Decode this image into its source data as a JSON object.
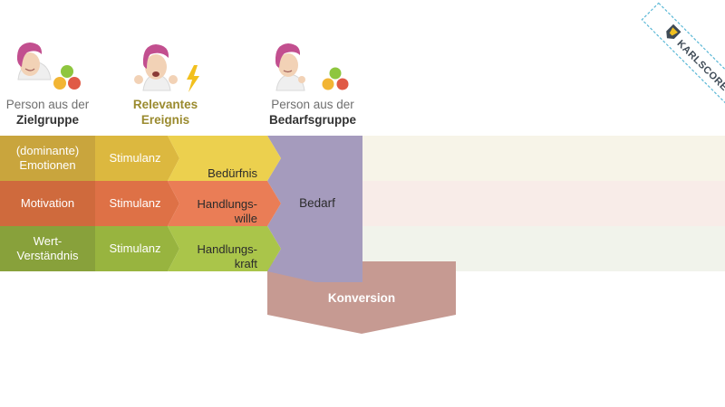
{
  "personas": [
    {
      "line1": "Person aus der",
      "line2": "Zielgruppe",
      "icon": "person-with-value-badges"
    },
    {
      "line1": "Relevantes",
      "line2": "Ereignis",
      "icon": "surprised-person-with-lightning"
    },
    {
      "line1": "Person aus der",
      "line2": "Bedarfsgruppe",
      "icon": "thinking-person-with-value-badges"
    }
  ],
  "rows": [
    {
      "driver_line1": "(dominante)",
      "driver_line2": "Emotionen",
      "stimulus": "Stimulanz",
      "result_line1": "Bedürfnis",
      "result_line2": ""
    },
    {
      "driver_line1": "Motivation",
      "driver_line2": "",
      "stimulus": "Stimulanz",
      "result_line1": "Handlungs-",
      "result_line2": "wille"
    },
    {
      "driver_line1": "Wert-",
      "driver_line2": "Verständnis",
      "stimulus": "Stimulanz",
      "result_line1": "Handlungs-",
      "result_line2": "kraft"
    }
  ],
  "bedarf_label": "Bedarf",
  "konversion_label": "Konversion",
  "logo_text": "KARLSCORE",
  "colors": {
    "row1_driver": "#c9a53d",
    "row1_stim": "#dcb83f",
    "row1_result": "#ecd04e",
    "row1_bg": "#f7f4e8",
    "row2_driver": "#cf6a3d",
    "row2_stim": "#de7146",
    "row2_result": "#ea7d56",
    "row2_bg": "#f8ece8",
    "row3_driver": "#88a13b",
    "row3_stim": "#98b43f",
    "row3_result": "#aac54a",
    "row3_bg": "#f1f3eb",
    "bedarf": "#a59bbd",
    "konversion": "#c69a92"
  }
}
